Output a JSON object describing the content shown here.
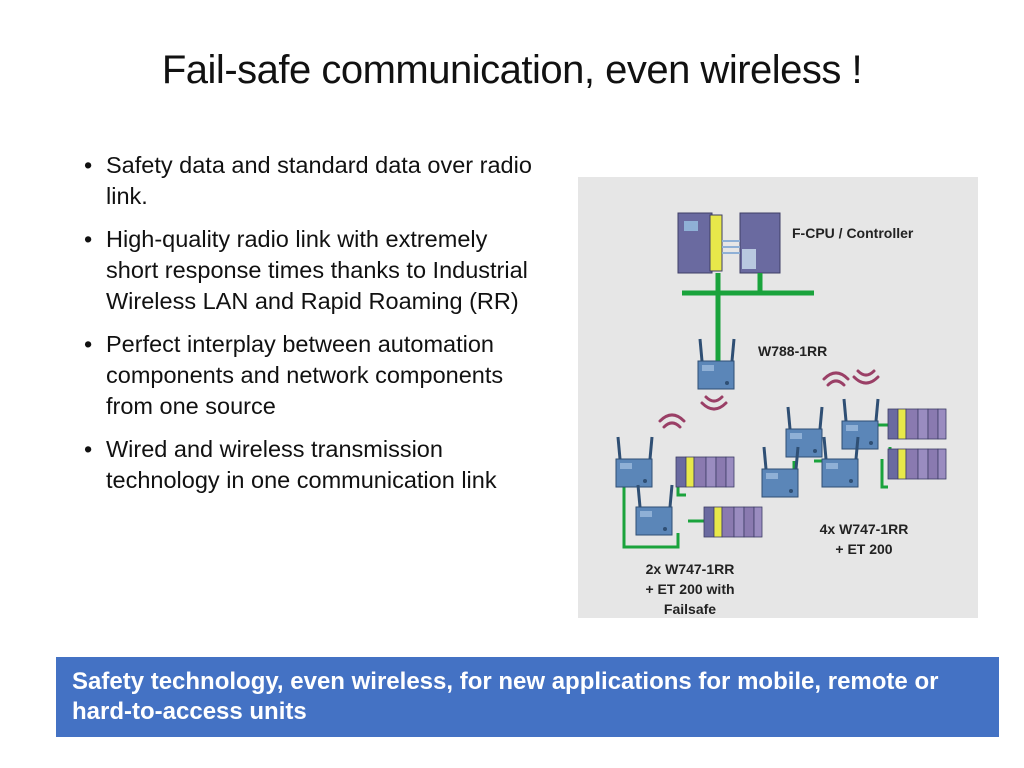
{
  "slide": {
    "title": "Fail-safe communication, even wireless !",
    "bullets": [
      "Safety data and standard data over radio link.",
      "High-quality radio link with extremely short response times thanks to Industrial Wireless LAN and Rapid Roaming (RR)",
      "Perfect interplay between automation components and network components from one source",
      "Wired and wireless transmission technology in one communication link"
    ],
    "bullet_symbol": "•",
    "banner": "Safety technology, even wireless, for new applications for mobile, remote or hard-to-access units"
  },
  "diagram": {
    "labels": {
      "controller": "F-CPU / Controller",
      "access_point": "W788-1RR",
      "group_right_line1": "4x W747-1RR",
      "group_right_line2": "+ ET 200",
      "group_left_line1": "2x W747-1RR",
      "group_left_line2": "+ ET 200 with",
      "group_left_line3": "Failsafe"
    },
    "colors": {
      "background": "#e6e6e6",
      "ethernet": "#1aa33c",
      "device": "#5b86b8",
      "radio_waves": "#9a3f66",
      "module_yellow": "#e8e84a",
      "banner": "#4472c4"
    }
  }
}
